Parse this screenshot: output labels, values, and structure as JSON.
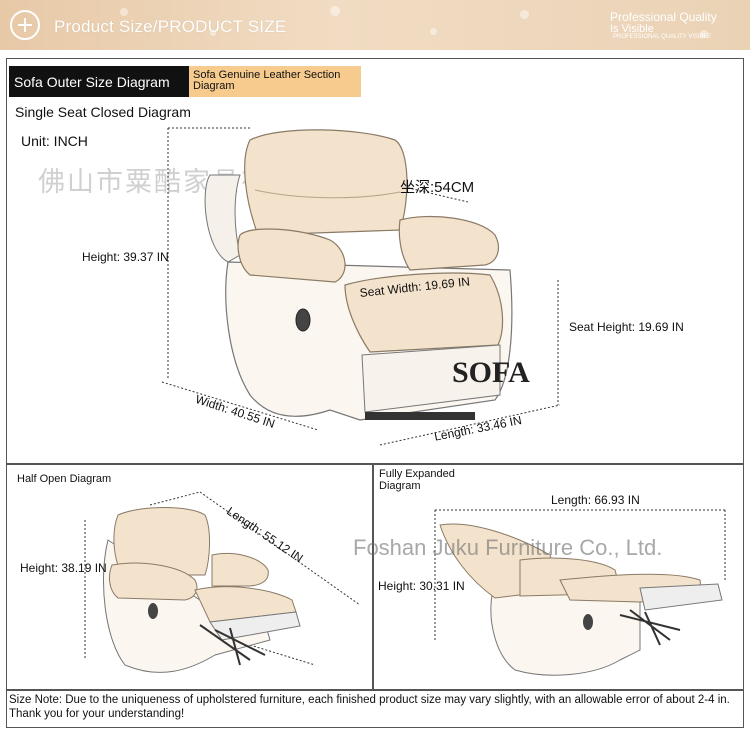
{
  "header": {
    "title": "Product Size/PRODUCT SIZE",
    "quality_line1": "Professional Quality",
    "quality_line2": "Is Visible",
    "quality_line3": "PROFESSIONAL QUALITY VISIBLE",
    "icon": "plus-circle-icon"
  },
  "tabs": {
    "outer_size": "Sofa Outer Size Diagram",
    "leather_section": "Sofa Genuine Leather Section Diagram"
  },
  "closed": {
    "title": "Single Seat Closed Diagram",
    "unit": "Unit: INCH",
    "watermark_cn": "佛山市粟酷家具有限公司",
    "seat_depth": "坐深:54CM",
    "height": "Height: 39.37 IN",
    "seat_width": "Seat Width: 19.69 IN",
    "seat_height": "Seat Height: 19.69 IN",
    "width": "Width: 40.55 IN",
    "length": "Length: 33.46 IN",
    "sofa_label": "SOFA"
  },
  "half_open": {
    "title": "Half Open Diagram",
    "height": "Height: 38.19 IN",
    "length": "Length: 55.12 IN"
  },
  "expanded": {
    "title": "Fully Expanded Diagram",
    "length": "Length: 66.93 IN",
    "height": "Height: 30.31 IN",
    "watermark_en": "Foshan Juku Furniture Co., Ltd."
  },
  "note": "Size Note: Due to the uniqueness of upholstered furniture, each finished product size may vary slightly, with an allowable error of about 2-4 in. Thank you for your understanding!",
  "colors": {
    "header_bg": "#e7c9a7",
    "tab_dark": "#111111",
    "tab_light": "#f7cb8d",
    "cushion": "#f3e3cc"
  }
}
